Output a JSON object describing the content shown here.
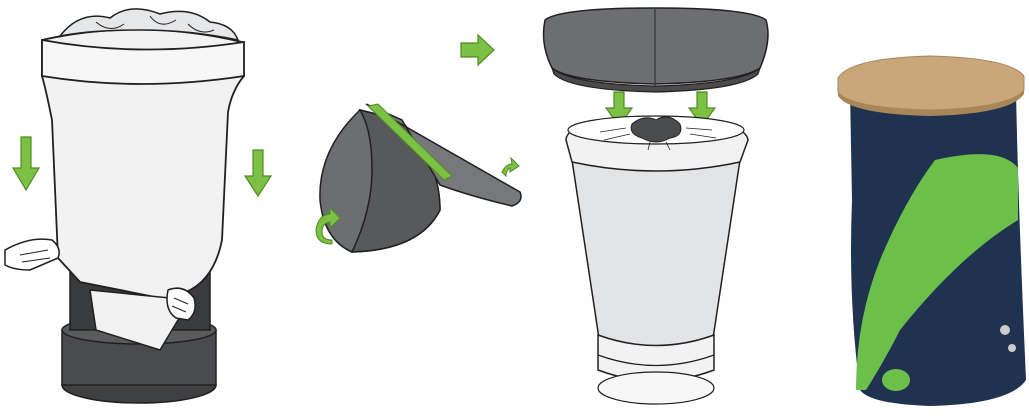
{
  "diagram": {
    "steps": [
      {
        "id": "step-1",
        "subject": "cover-sleeve-pulled-down-over-drum"
      },
      {
        "id": "step-2",
        "subject": "lid-folded-in-half"
      },
      {
        "id": "step-3",
        "subject": "lid-placed-on-sleeved-drum"
      },
      {
        "id": "step-4",
        "subject": "finished-navy-counter-with-wooden-top"
      }
    ],
    "icons": {
      "down_arrow": "down-arrow-icon",
      "right_arrow": "right-arrow-icon",
      "rotate_arrow": "rotate-arrow-icon"
    }
  },
  "colors": {
    "arrow_green": "#7cc143",
    "arrow_outline": "#4f8a28",
    "lid_gray": "#6d6e71",
    "lid_edge": "#3d3e40",
    "drum_dark": "#3f4042",
    "sleeve_white": "#f2f2f2",
    "sleeve_light": "#e3e4e5",
    "navy": "#1f3350",
    "stripe_green": "#6cc04a",
    "wood": "#c9a77a",
    "outline": "#231f20"
  }
}
